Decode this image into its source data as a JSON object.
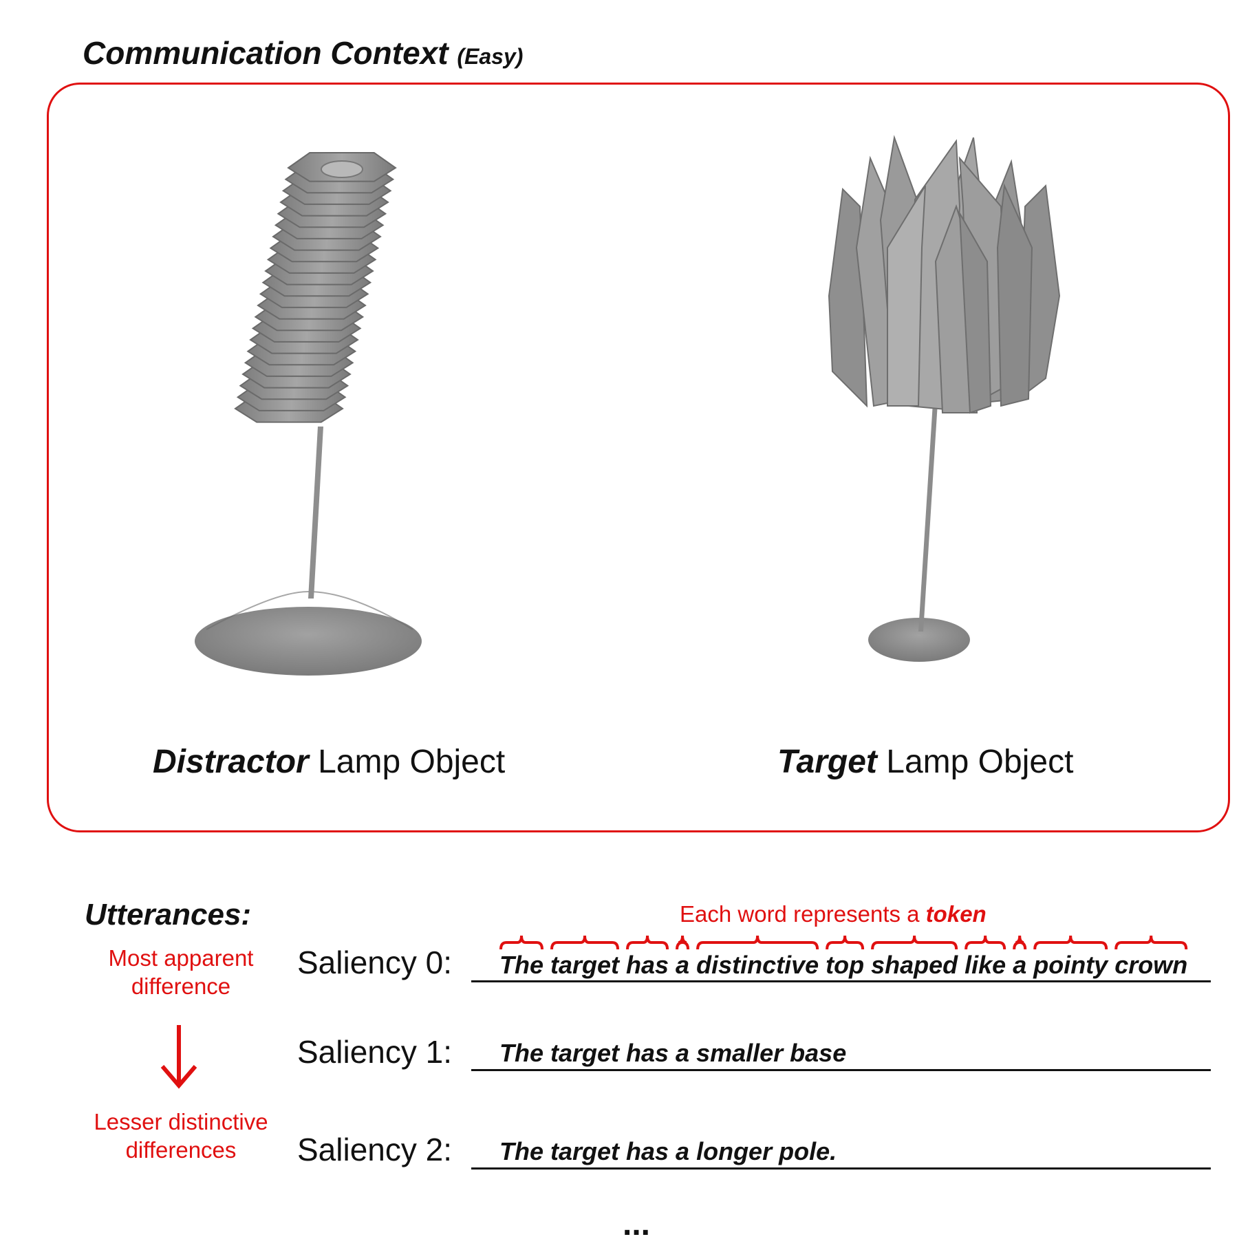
{
  "header": {
    "title": "Communication Context",
    "difficulty": "(Easy)"
  },
  "objects": {
    "distractor": {
      "role": "Distractor",
      "label": "Lamp Object"
    },
    "target": {
      "role": "Target",
      "label": "Lamp Object"
    }
  },
  "utterances": {
    "heading": "Utterances:",
    "note_top": "Most apparent difference",
    "note_bottom": "Lesser distinctive differences",
    "token_note": {
      "text": "Each word represents a",
      "emphasis": "token"
    },
    "items": [
      {
        "label": "Saliency 0:",
        "text": "The target has a distinctive top shaped like a pointy crown"
      },
      {
        "label": "Saliency 1:",
        "text": "The target has a smaller base"
      },
      {
        "label": "Saliency 2:",
        "text": "The target has a longer pole."
      }
    ],
    "more": "..."
  },
  "colors": {
    "accent": "#e01010",
    "lamp_gray": "#8c8c8c",
    "text": "#111111"
  }
}
